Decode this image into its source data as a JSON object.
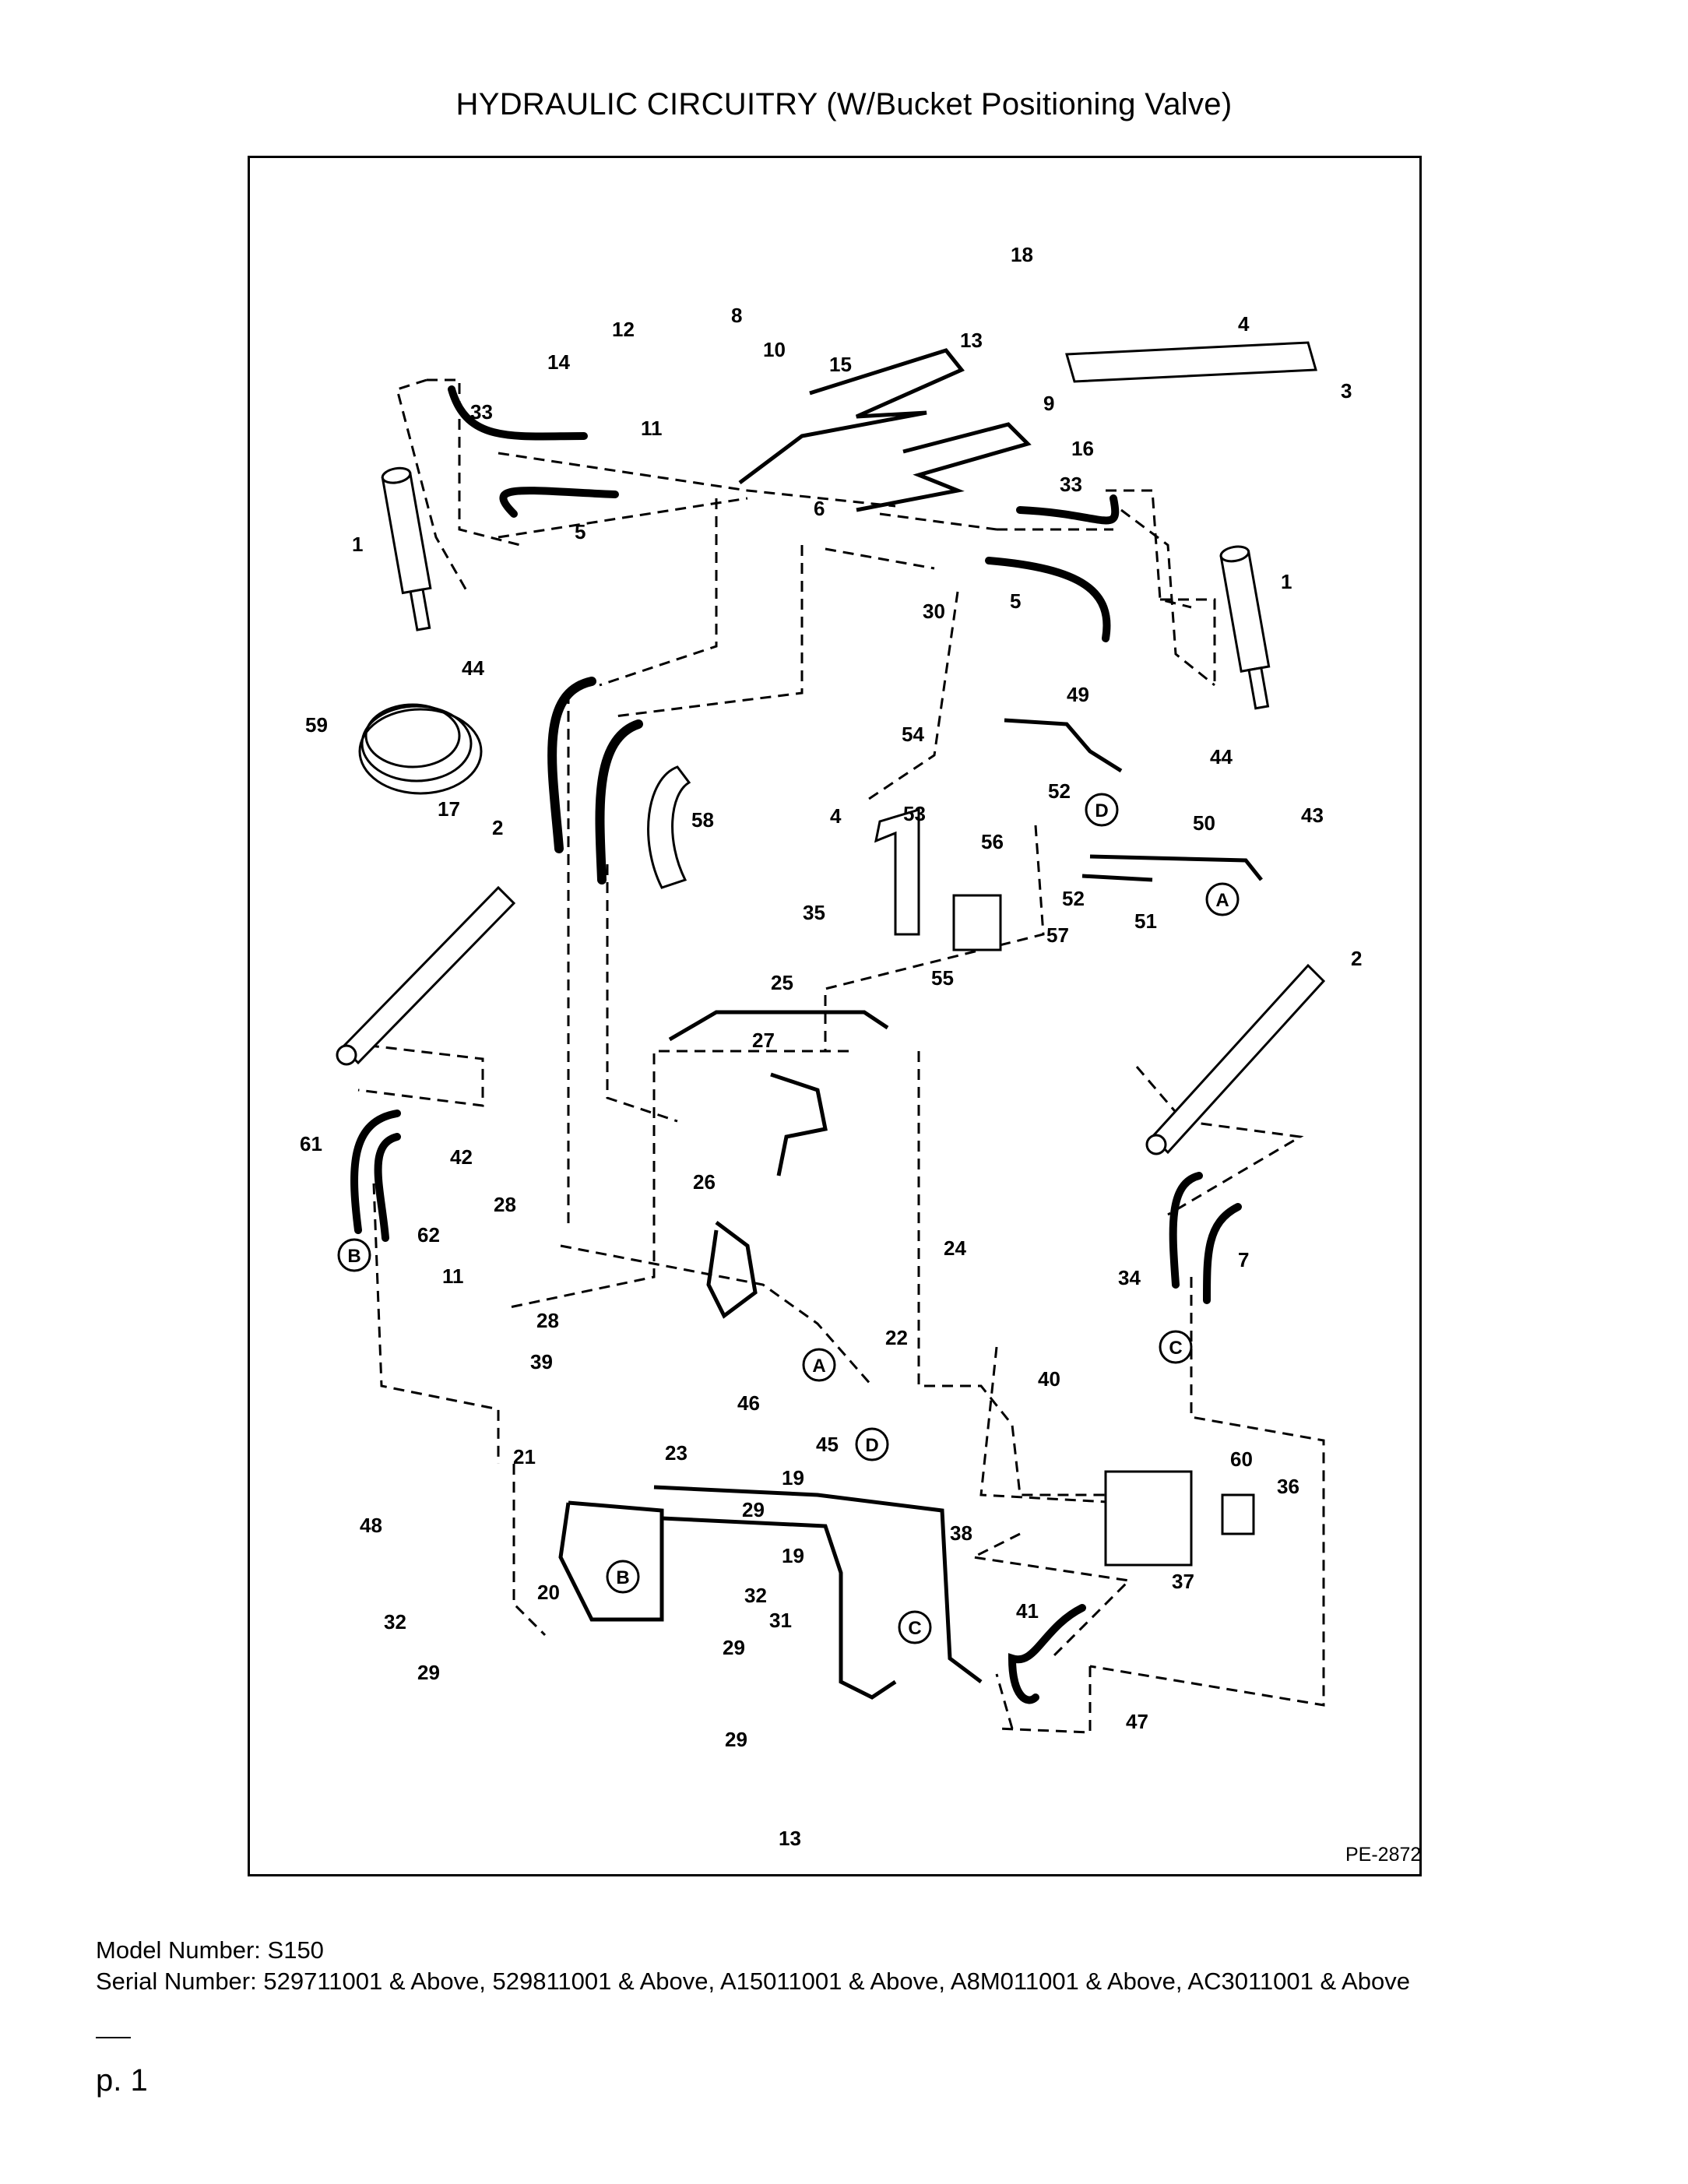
{
  "title": "HYDRAULIC CIRCUITRY (W/Bucket Positioning Valve)",
  "diagram": {
    "code": "PE-2872",
    "part_labels": [
      "1",
      "1",
      "2",
      "2",
      "3",
      "4",
      "4",
      "5",
      "5",
      "6",
      "7",
      "8",
      "9",
      "10",
      "11",
      "11",
      "12",
      "13",
      "13",
      "14",
      "15",
      "16",
      "17",
      "18",
      "19",
      "19",
      "20",
      "21",
      "22",
      "23",
      "24",
      "25",
      "26",
      "27",
      "28",
      "28",
      "29",
      "29",
      "29",
      "29",
      "30",
      "31",
      "32",
      "32",
      "33",
      "33",
      "34",
      "35",
      "36",
      "37",
      "38",
      "39",
      "40",
      "41",
      "42",
      "43",
      "44",
      "44",
      "45",
      "46",
      "47",
      "48",
      "49",
      "50",
      "51",
      "52",
      "52",
      "53",
      "54",
      "55",
      "56",
      "57",
      "58",
      "59",
      "60",
      "61",
      "62"
    ],
    "connector_labels": [
      "A",
      "A",
      "B",
      "B",
      "C",
      "C",
      "D",
      "D"
    ]
  },
  "footer": {
    "model": "Model Number: S150",
    "serial": "Serial Number: 529711001 & Above, 529811001 & Above, A15011001 & Above, A8M011001 & Above, AC3011001 & Above",
    "page": "p. 1"
  }
}
